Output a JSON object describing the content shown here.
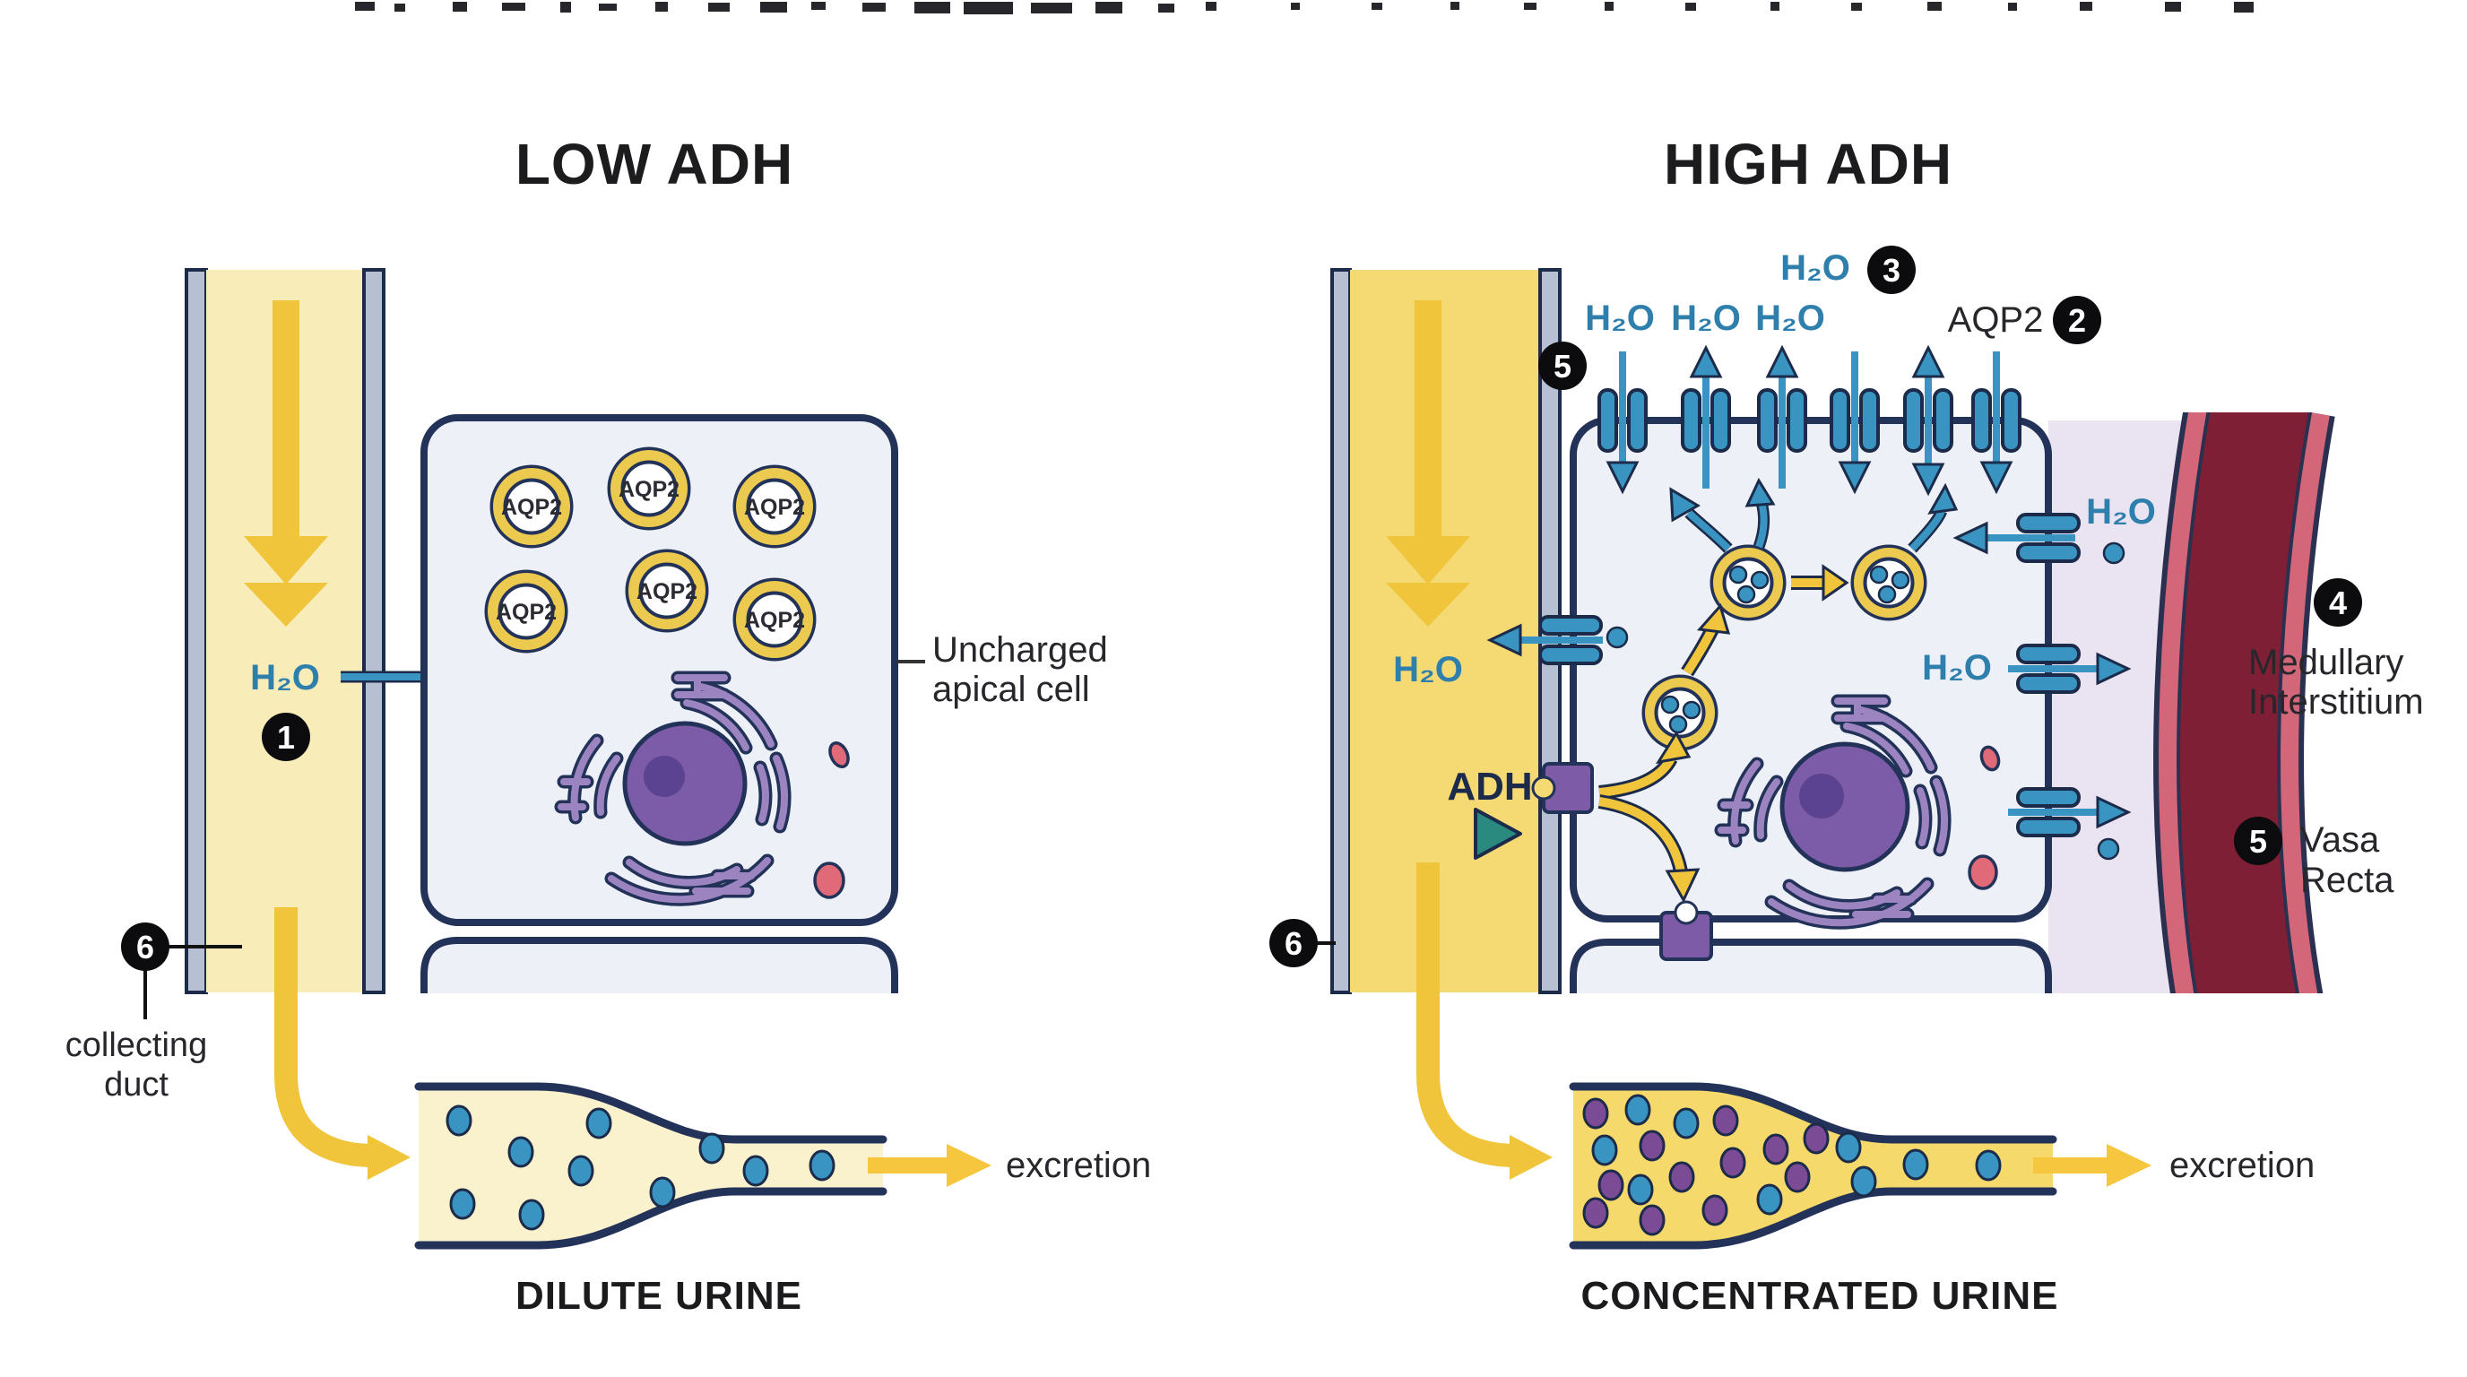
{
  "left": {
    "title": "LOW ADH",
    "h2o": "H₂O",
    "badge_water": "1",
    "badge_duct": "6",
    "duct_label_line1": "collecting",
    "duct_label_line2": "duct",
    "vesicle_label": "AQP2",
    "cell_label_line1": "Uncharged",
    "cell_label_line2": "apical cell",
    "excretion_label": "excretion",
    "urine_label": "DILUTE URINE"
  },
  "right": {
    "title": "HIGH ADH",
    "h2o": "H₂O",
    "badge_apical_h2o": "3",
    "aqp2_label": "AQP2",
    "badge_aqp2": "2",
    "badge_duct_top": "5",
    "adh_label": "ADH",
    "badge_duct_bottom": "6",
    "badge_interstitium": "4",
    "interstitium_line1": "Medullary",
    "interstitium_line2": "Interstitium",
    "badge_vasa": "5",
    "vasa_line1": "Vasa",
    "vasa_line2": "Recta",
    "excretion_label": "excretion",
    "urine_label": "CONCENTRATED URINE"
  },
  "colors": {
    "accent_blue": "#3994c1",
    "text_blue": "#2f7fad",
    "flow_yellow": "#f0c53c",
    "duct_pale_yellow": "#f8edb9",
    "duct_deep_yellow": "#f5da74",
    "cell_fill": "#edf0f7",
    "outline_navy": "#233258",
    "vesicle_ring_yellow": "#ecc94f",
    "nucleus_purple": "#7c5ba8",
    "golgi_purple": "#9c84c0",
    "mitochondria_pink": "#e06a77",
    "receptor_purple": "#7d5ba6",
    "adh_teal": "#2b8a80",
    "interstitium_lavender": "#eae3f1",
    "vasa_recta_dark": "#7e1f35",
    "vasa_recta_light": "#d4667a",
    "badge_black": "#0c0c0e",
    "urine_dot_purple": "#7b4b96"
  }
}
